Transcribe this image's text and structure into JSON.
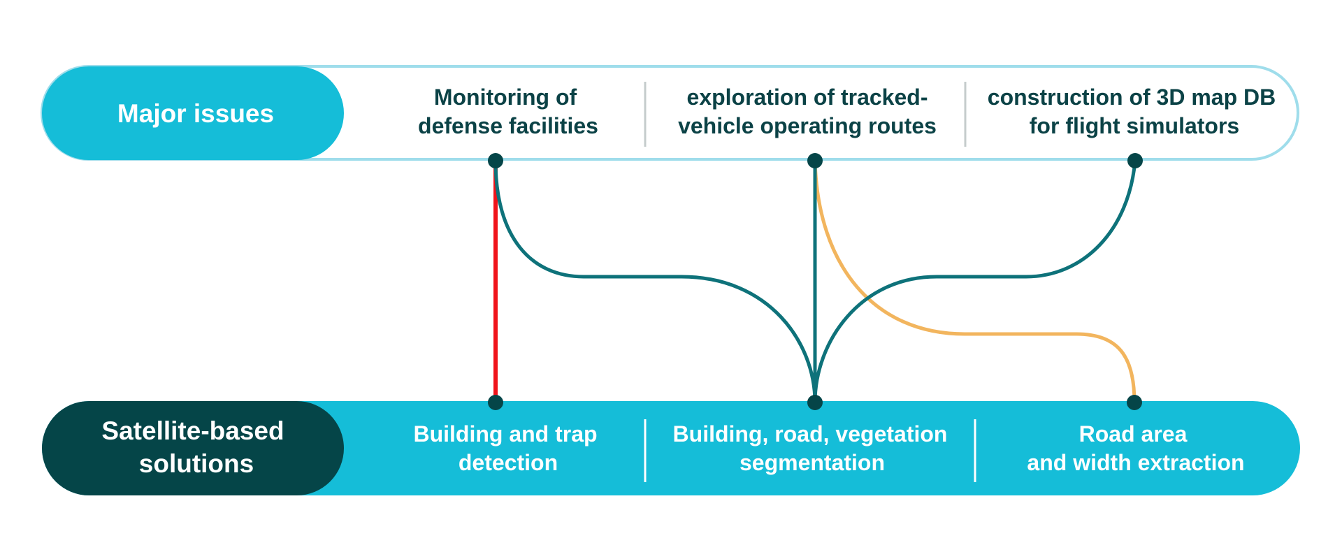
{
  "colors": {
    "cyan": "#15BDD8",
    "dark_teal": "#054548",
    "teal_line": "#0E727A",
    "red_line": "#F0131A",
    "orange_line": "#F2B55E",
    "top_border": "#9FDDEB",
    "issue_text": "#0B4246",
    "divider_top": "#C5CCCC",
    "white": "#FFFFFF"
  },
  "top_row": {
    "label": "Major issues",
    "items": [
      {
        "line1": "Monitoring of",
        "line2": "defense facilities"
      },
      {
        "line1": "exploration of tracked-",
        "line2": "vehicle operating routes"
      },
      {
        "line1": "construction of 3D map DB",
        "line2": "for flight simulators"
      }
    ]
  },
  "bottom_row": {
    "label_line1": "Satellite-based",
    "label_line2": "solutions",
    "items": [
      {
        "line1": "Building and trap",
        "line2": "detection"
      },
      {
        "line1": "Building, road, vegetation",
        "line2": "segmentation"
      },
      {
        "line1": "Road area",
        "line2": "and width extraction"
      }
    ]
  },
  "connections": [
    {
      "from": "Monitoring of defense facilities",
      "to": "Building and trap detection",
      "color": "red"
    },
    {
      "from": "Monitoring of defense facilities",
      "to": "Building, road, vegetation segmentation",
      "color": "teal"
    },
    {
      "from": "exploration of tracked-vehicle operating routes",
      "to": "Building, road, vegetation segmentation",
      "color": "teal"
    },
    {
      "from": "construction of 3D map DB for flight simulators",
      "to": "Building, road, vegetation segmentation",
      "color": "teal"
    },
    {
      "from": "exploration of tracked-vehicle operating routes",
      "to": "Road area and width extraction",
      "color": "orange"
    }
  ]
}
